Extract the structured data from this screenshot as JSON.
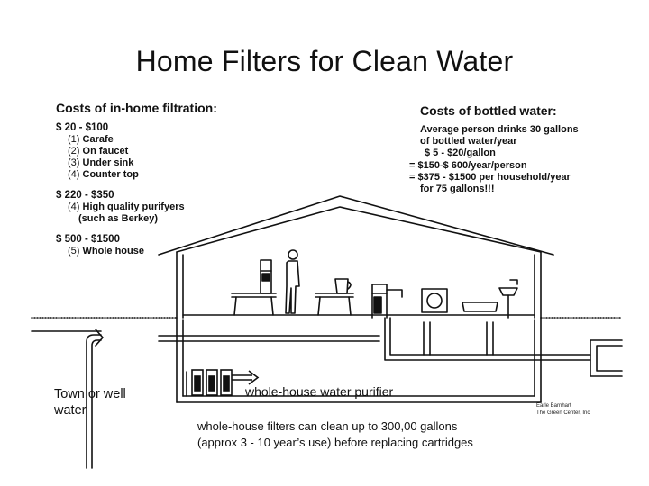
{
  "title": "Home Filters for Clean Water",
  "in_home": {
    "heading": "Costs of in-home filtration:",
    "groups": [
      {
        "price": "$ 20 - $100",
        "items": [
          {
            "num": "(1)",
            "label": "Carafe"
          },
          {
            "num": "(2)",
            "label": "On faucet"
          },
          {
            "num": "(3)",
            "label": "Under sink"
          },
          {
            "num": "(4)",
            "label": "Counter top"
          }
        ]
      },
      {
        "price": "$ 220 - $350",
        "items": [
          {
            "num": "(4)",
            "label": "High quality purifyers"
          },
          {
            "num": "",
            "label": "(such as Berkey)"
          }
        ]
      },
      {
        "price": "$ 500 - $1500",
        "items": [
          {
            "num": "(5)",
            "label": "Whole house"
          }
        ]
      }
    ]
  },
  "bottled": {
    "heading": "Costs of bottled water:",
    "lines": [
      "Average person drinks 30 gallons",
      "of bottled water/year",
      "$ 5 - $20/gallon",
      "= $150-$ 600/year/person",
      "= $375 - $1500 per household/year",
      "for 75 gallons!!!"
    ]
  },
  "diagram": {
    "town_label": "Town or well water",
    "purifier_label": "whole-house water purifier",
    "credit_line1": "Earle Barnhart",
    "credit_line2": "The Green Center, Inc",
    "footer_line1": "whole-house filters can clean up to 300,00 gallons",
    "footer_line2": "(approx 3 - 10 year’s use)  before replacing cartridges"
  }
}
